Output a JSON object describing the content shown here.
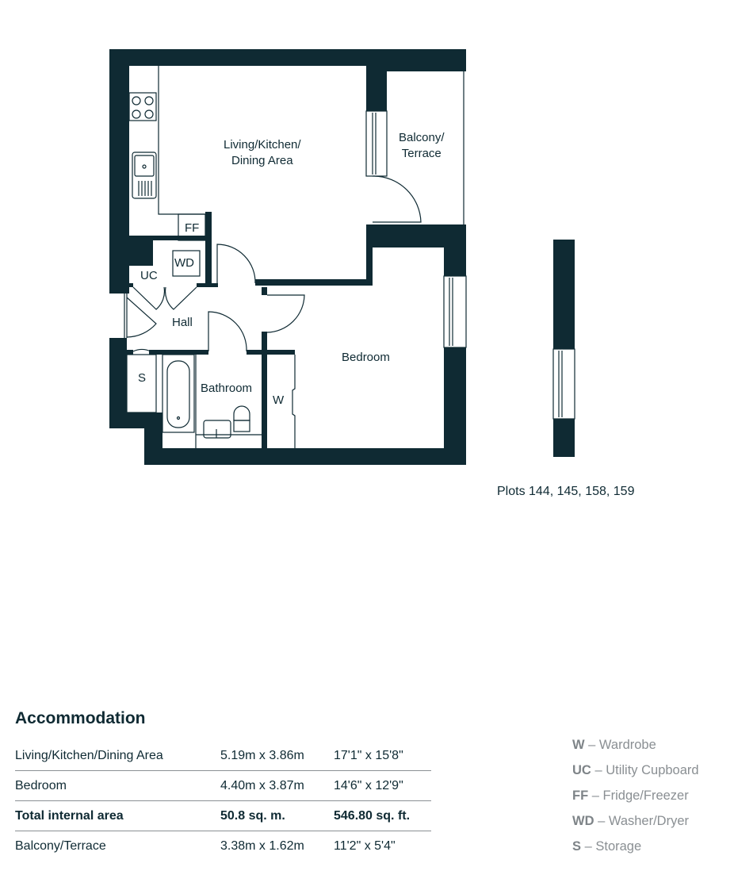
{
  "colors": {
    "wall": "#0f2a33",
    "legend_text": "#8a8f93",
    "divider": "#8a9094"
  },
  "plan": {
    "rooms": {
      "living_line1": "Living/Kitchen/",
      "living_line2": "Dining Area",
      "balcony_line1": "Balcony/",
      "balcony_line2": "Terrace",
      "ff": "FF",
      "wd": "WD",
      "uc": "UC",
      "hall": "Hall",
      "s": "S",
      "bathroom": "Bathroom",
      "w": "W",
      "bedroom": "Bedroom"
    },
    "plots": "Plots 144, 145, 158, 159"
  },
  "accommodation": {
    "title": "Accommodation",
    "rows": [
      {
        "room": "Living/Kitchen/Dining Area",
        "metric": "5.19m x 3.86m",
        "imperial": "17'1\" x 15'8\""
      },
      {
        "room": "Bedroom",
        "metric": "4.40m x 3.87m",
        "imperial": "14'6\" x 12'9\""
      },
      {
        "room": "Total internal area",
        "metric": "50.8 sq. m.",
        "imperial": "546.80 sq. ft."
      },
      {
        "room": "Balcony/Terrace",
        "metric": "3.38m x 1.62m",
        "imperial": "11'2\" x 5'4\""
      }
    ]
  },
  "legend": [
    {
      "key": "W",
      "desc": "– Wardrobe"
    },
    {
      "key": "UC",
      "desc": "– Utility Cupboard"
    },
    {
      "key": "FF",
      "desc": "– Fridge/Freezer"
    },
    {
      "key": "WD",
      "desc": "– Washer/Dryer"
    },
    {
      "key": "S",
      "desc": "– Storage"
    }
  ]
}
